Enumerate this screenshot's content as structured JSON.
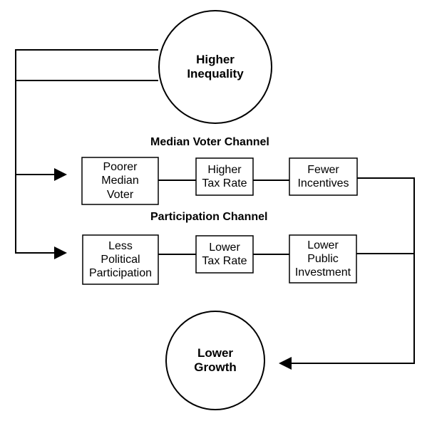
{
  "nodes": {
    "higher_inequality": "Higher\nInequality",
    "lower_growth": "Lower\nGrowth",
    "poorer_median_voter": "Poorer\nMedian\nVoter",
    "higher_tax_rate": "Higher\nTax Rate",
    "fewer_incentives": "Fewer\nIncentives",
    "less_political_participation": "Less\nPolitical\nParticipation",
    "lower_tax_rate": "Lower\nTax Rate",
    "lower_public_investment": "Lower\nPublic\nInvestment"
  },
  "channels": {
    "median_voter": "Median Voter Channel",
    "participation": "Participation Channel"
  },
  "edges": [
    [
      "higher_inequality",
      "poorer_median_voter"
    ],
    [
      "higher_inequality",
      "less_political_participation"
    ],
    [
      "poorer_median_voter",
      "higher_tax_rate"
    ],
    [
      "higher_tax_rate",
      "fewer_incentives"
    ],
    [
      "less_political_participation",
      "lower_tax_rate"
    ],
    [
      "lower_tax_rate",
      "lower_public_investment"
    ],
    [
      "fewer_incentives",
      "lower_growth"
    ],
    [
      "lower_public_investment",
      "lower_growth"
    ]
  ]
}
